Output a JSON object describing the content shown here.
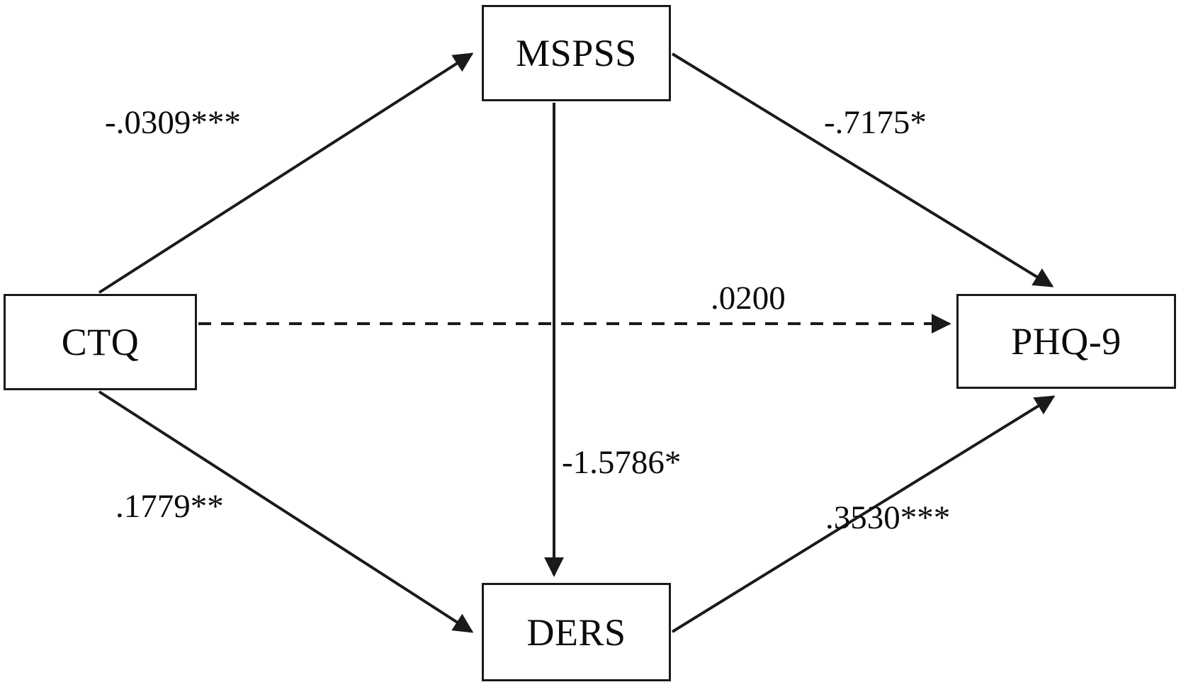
{
  "diagram": {
    "title": "Serial mediation path model",
    "type": "path-diagram",
    "stroke_color": "#1a1a1a",
    "text_color": "#0b0b0b",
    "background": "#ffffff",
    "nodes": [
      {
        "id": "ctq",
        "label": "CTQ",
        "role": "predictor"
      },
      {
        "id": "mspss",
        "label": "MSPSS",
        "role": "mediator"
      },
      {
        "id": "ders",
        "label": "DERS",
        "role": "mediator"
      },
      {
        "id": "phq9",
        "label": "PHQ-9",
        "role": "outcome"
      }
    ],
    "edges": [
      {
        "id": "ctq-mspss",
        "from": "CTQ",
        "to": "MSPSS",
        "coefficient": "-.0309***",
        "line": "solid",
        "significance": "***"
      },
      {
        "id": "mspss-phq9",
        "from": "MSPSS",
        "to": "PHQ-9",
        "coefficient": "-.7175*",
        "line": "solid",
        "significance": "*"
      },
      {
        "id": "ctq-ders",
        "from": "CTQ",
        "to": "DERS",
        "coefficient": ".1779**",
        "line": "solid",
        "significance": "**"
      },
      {
        "id": "ders-phq9",
        "from": "DERS",
        "to": "PHQ-9",
        "coefficient": ".3530***",
        "line": "solid",
        "significance": "***"
      },
      {
        "id": "mspss-ders",
        "from": "MSPSS",
        "to": "DERS",
        "coefficient": "-1.5786*",
        "line": "solid",
        "significance": "*"
      },
      {
        "id": "ctq-phq9",
        "from": "CTQ",
        "to": "PHQ-9",
        "coefficient": ".0200",
        "line": "dashed",
        "significance": ""
      }
    ]
  }
}
